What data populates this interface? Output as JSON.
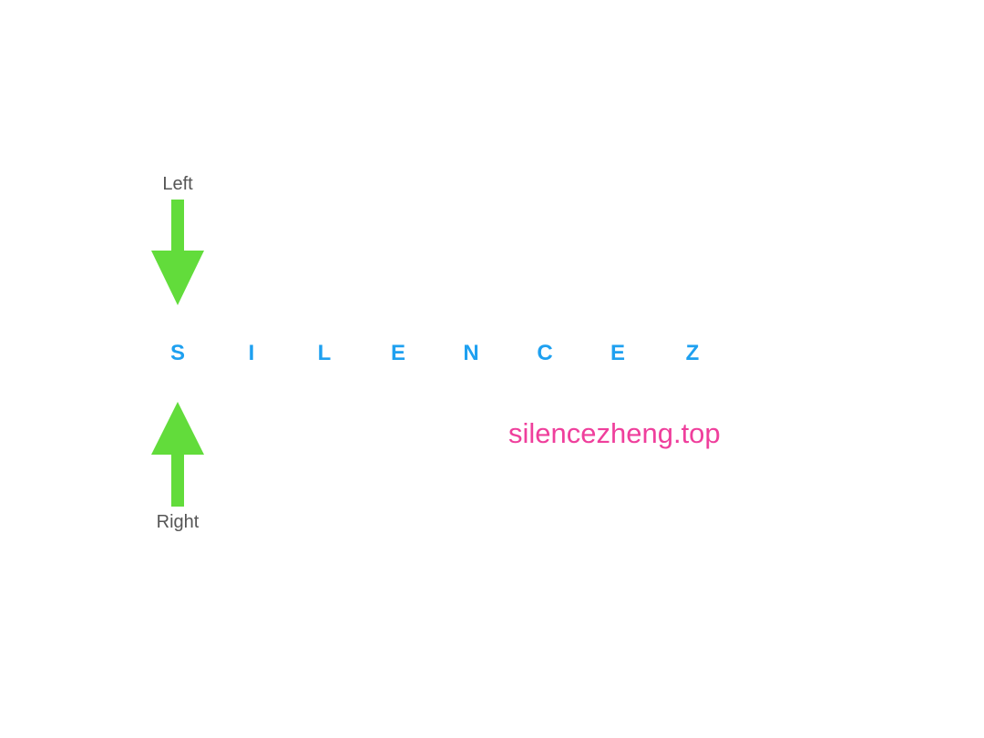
{
  "pointers": {
    "left_label": "Left",
    "right_label": "Right"
  },
  "letters": [
    "S",
    "I",
    "L",
    "E",
    "N",
    "C",
    "E",
    "Z"
  ],
  "watermark": "silencezheng.top",
  "colors": {
    "arrow": "#62dc3b",
    "letters": "#1ea0f0",
    "watermark": "#ef3f9c",
    "label": "#555555"
  },
  "icons": {
    "left_pointer": "arrow-down-icon",
    "right_pointer": "arrow-up-icon"
  }
}
